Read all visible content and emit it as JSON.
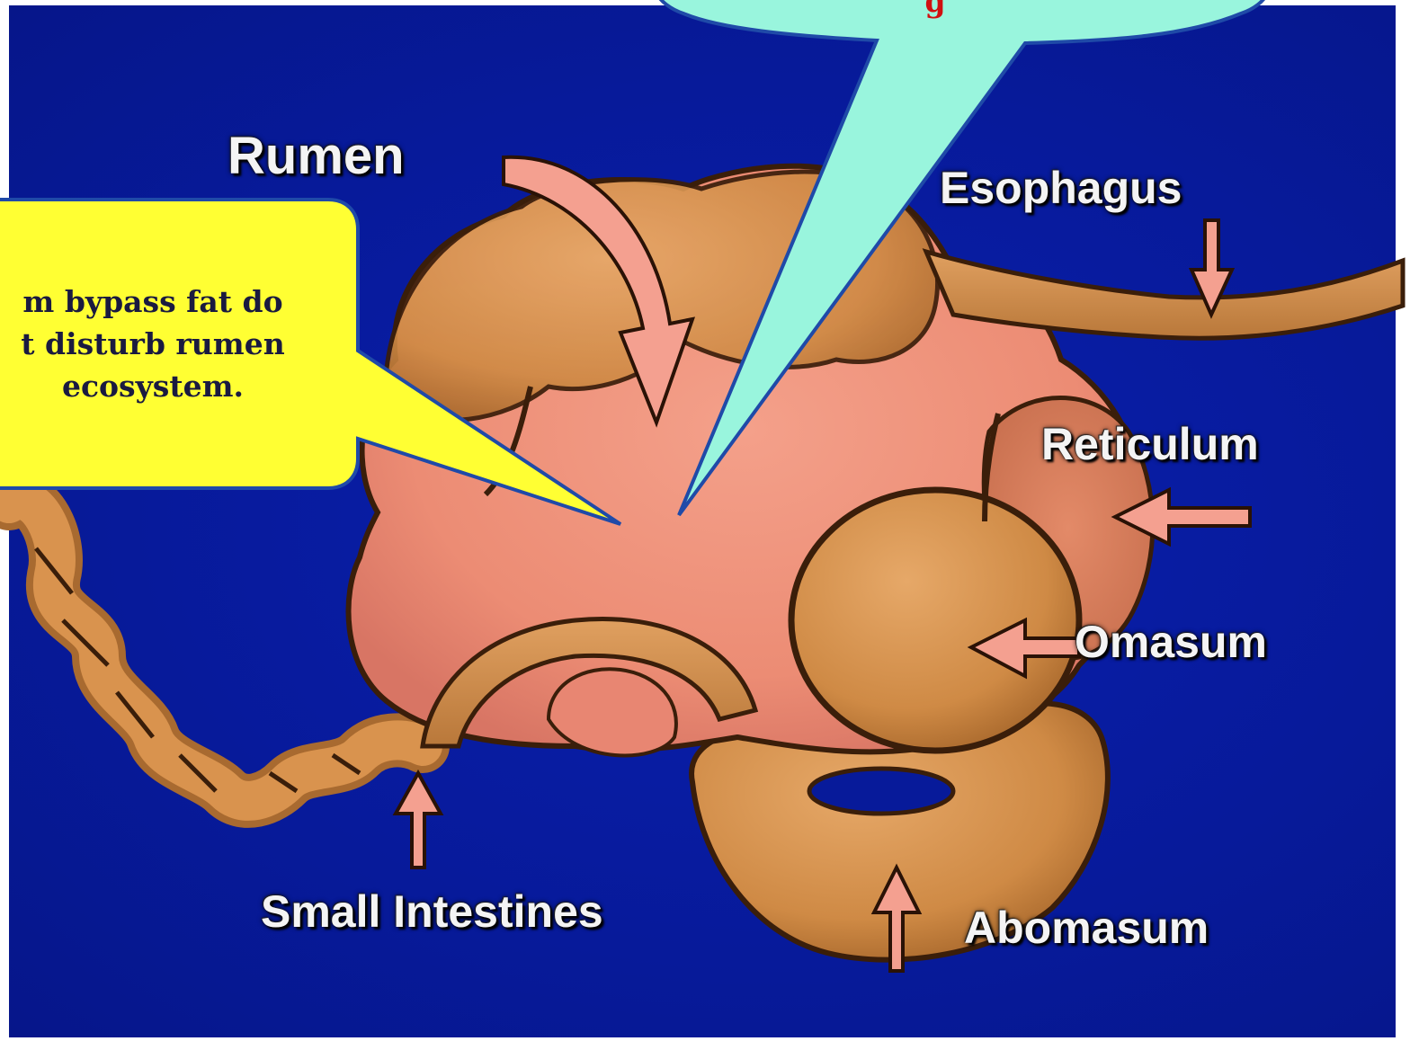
{
  "labels": {
    "rumen": "Rumen",
    "esophagus": "Esophagus",
    "reticulum": "Reticulum",
    "omasum": "Omasum",
    "small_intestines": "Small Intestines",
    "abomasum": "Abomasum"
  },
  "callouts": {
    "yellow": {
      "line1": "m bypass fat do",
      "line2": "t disturb rumen",
      "line3": "ecosystem."
    },
    "cyan": {
      "text": "g"
    }
  },
  "colors": {
    "background_blue": "#0a1fae",
    "rumen_pink": "#f0907a",
    "organ_tan": "#d9914a",
    "callout_yellow": "#ffff33",
    "callout_cyan": "#99f5dd",
    "callout_text_red": "#d01010"
  }
}
